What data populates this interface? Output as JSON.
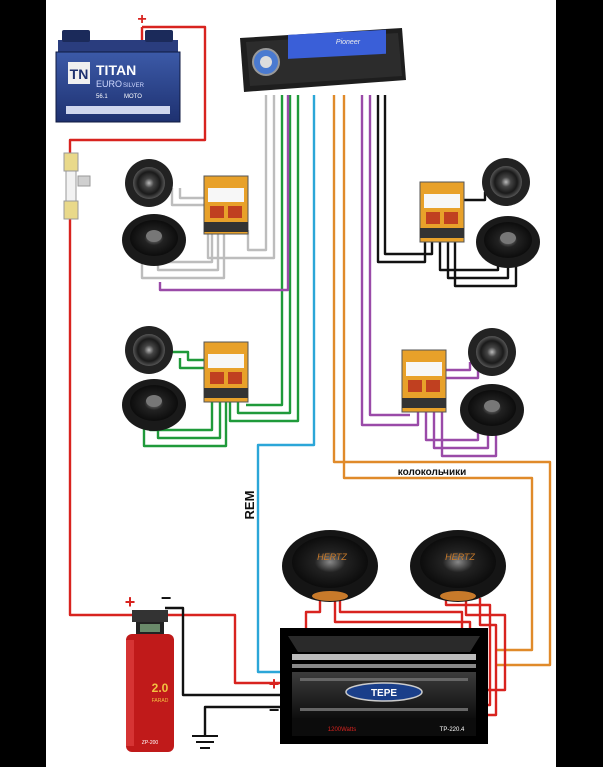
{
  "battery": {
    "brand_mark": "TN",
    "brand": "TITAN",
    "line": "EURO",
    "sub": "SILVER",
    "spec1": "56.1",
    "spec2": "MOTO"
  },
  "head_unit": {
    "brand": "Pioneer"
  },
  "amplifier": {
    "brand": "TEPE",
    "model": "TP-220.4",
    "power": "1200Watts"
  },
  "capacitor": {
    "value": "2.0",
    "unit": "FARAD",
    "model": "ZP-200"
  },
  "subwoofers": [
    {
      "brand": "HERTZ"
    },
    {
      "brand": "HERTZ"
    }
  ],
  "labels": {
    "rem": "REM",
    "tweeters": "колокольчики",
    "plus_battery": "+",
    "plus_cap": "+",
    "minus_cap": "−",
    "plus_amp": "+",
    "minus_amp": "−"
  },
  "colors": {
    "power": "#d8231f",
    "ground": "#111111",
    "remote": "#2ba6d8",
    "tweeter_line": "#e08a2a",
    "front_left": "#bdbdbd",
    "rear_left": "#1f9a3a",
    "front_right": "#111111",
    "rear_right": "#9a4aa8"
  }
}
